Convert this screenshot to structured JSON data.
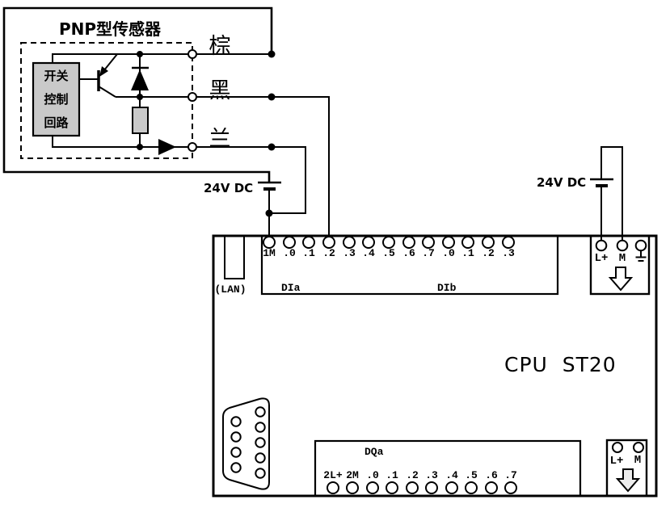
{
  "sensor": {
    "title": "PNP型传感器",
    "control_block": "开关\n控制\n回路",
    "wire_labels": {
      "brown": "棕",
      "black": "黑",
      "blue": "兰"
    }
  },
  "power": {
    "left_supply_label": "24V DC",
    "right_supply_label": "24V DC"
  },
  "plc": {
    "model": "CPU  ST20",
    "lan_label": "(LAN)",
    "di": {
      "group_a_label": "DIa",
      "group_b_label": "DIb",
      "terminals": [
        "1M",
        ".0",
        ".1",
        ".2",
        ".3",
        ".4",
        ".5",
        ".6",
        ".7",
        ".0",
        ".1",
        ".2",
        ".3"
      ]
    },
    "dq": {
      "group_label": "DQa",
      "terminals": [
        "2L+",
        "2M",
        ".0",
        ".1",
        ".2",
        ".3",
        ".4",
        ".5",
        ".6",
        ".7"
      ]
    },
    "power_top": {
      "l_plus": "L+",
      "m": "M",
      "ground_icon": "earth-ground"
    },
    "power_bottom": {
      "l_plus": "L+",
      "m": "M"
    }
  },
  "icons": {
    "power_flow": "down-arrow",
    "ground": "earth-ground"
  },
  "colors": {
    "line": "#000000",
    "component_fill": "#c9c9c9",
    "arrow_fill_bottom": "#ededed",
    "background": "#ffffff"
  }
}
